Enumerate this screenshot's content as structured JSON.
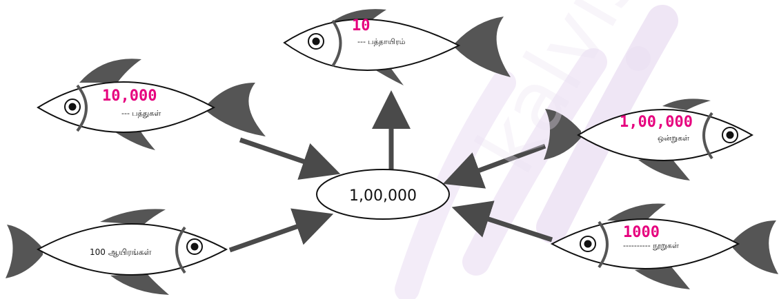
{
  "center": {
    "label": "1,00,000"
  },
  "fishes": [
    {
      "id": "top",
      "value": "10",
      "label": "--- பத்தாயிரம்"
    },
    {
      "id": "left",
      "value": "10,000",
      "label": "--- பத்துகள்"
    },
    {
      "id": "right",
      "value": "1,00,000",
      "label": "ஒன்றுகள்"
    },
    {
      "id": "bottom-left",
      "value": "",
      "label": "100 ஆயிரங்கள்"
    },
    {
      "id": "bottom-right",
      "value": "1000",
      "label": "---------- நூறுகள்"
    }
  ],
  "colors": {
    "value_text": "#e6007e",
    "fish_outline": "#111111",
    "fin": "#555555",
    "arrow": "#4a4a4a",
    "stripe": "#e9d9f0"
  },
  "watermark": "kalvisalai"
}
